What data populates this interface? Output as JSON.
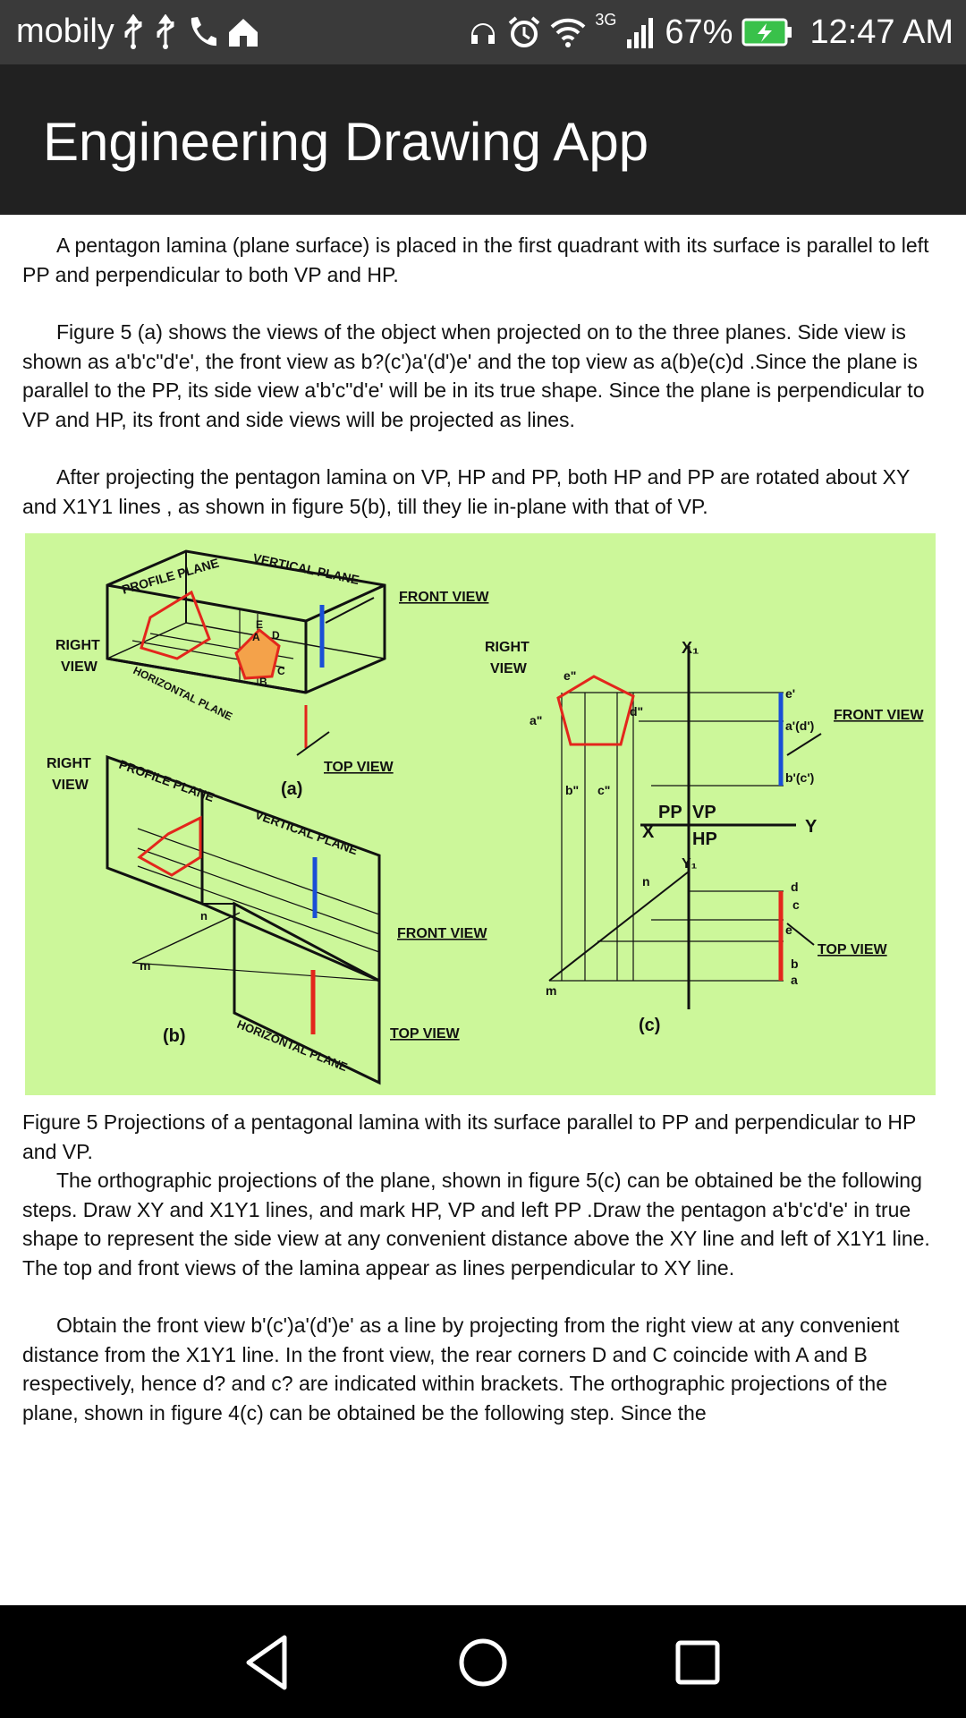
{
  "status_bar": {
    "carrier": "mobily",
    "network": "3G",
    "battery": "67%",
    "time": "12:47 AM",
    "icons": [
      "usb-icon",
      "usb-icon",
      "phone-icon",
      "home-icon",
      "headset-icon",
      "alarm-icon",
      "wifi-icon",
      "signal-icon",
      "battery-charging-icon"
    ]
  },
  "app_bar": {
    "title": "Engineering Drawing App"
  },
  "content": {
    "paragraphs": [
      "A pentagon lamina (plane surface) is placed in the first quadrant with  its surface is parallel to left PP and perpendicular to both VP and HP.",
      "Figure 5 (a) shows the views of the object when projected on to the three planes. Side view is shown as  a'b'c\"d'e', the front view as b?(c')a'(d')e' and the top view as  a(b)e(c)d .Since the plane is parallel to the PP, its side view  a'b'c\"d'e' will be in its true shape. Since the plane is perpendicular to VP and HP, its front and side views will be projected as lines.",
      "After projecting the pentagon lamina on VP, HP and PP, both HP and PP are rotated about XY and X1Y1 lines , as shown in figure 5(b), till they lie in-plane with that of VP.",
      "Figure 5 Projections of a pentagonal lamina  with its surface parallel to PP and perpendicular to HP and VP.",
      "The orthographic projections of the plane, shown in figure 5(c) can be obtained be the following steps.  Draw XY and X1Y1 lines, and mark HP, VP and left PP .Draw the pentagon a'b'c'd'e' in true shape to represent the side view at any convenient distance above the XY line and left of X1Y1 line. The top and front views of the lamina appear as lines perpendicular to XY line.",
      "Obtain the front view b'(c')a'(d')e' as a line by projecting from the right view at any convenient distance from the X1Y1 line. In the front view, the rear corners D and C coincide with A and B respectively, hence d? and c? are indicated within brackets. The orthographic projections of the plane, shown in figure 4(c) can be obtained be the following step. Since the"
    ]
  },
  "figure": {
    "labels": {
      "profile_plane": "PROFILE PLANE",
      "vertical_plane": "VERTICAL PLANE",
      "horizontal_plane": "HORIZONTAL PLANE",
      "front_view": "FRONT VIEW",
      "top_view": "TOP VIEW",
      "right": "RIGHT",
      "view": "VIEW",
      "sub_a": "(a)",
      "sub_b": "(b)",
      "sub_c": "(c)",
      "x": "X",
      "y": "Y",
      "x1": "X₁",
      "y1": "Y₁",
      "pp": "PP",
      "vp": "VP",
      "hp": "HP",
      "m": "m",
      "n": "n",
      "e2": "e\"",
      "d2": "d\"",
      "a2": "a\"",
      "b2": "b\"",
      "c2": "c\"",
      "e1": "e'",
      "ad1": "a'(d')",
      "bc1": "b'(c')",
      "d": "d",
      "c": "c",
      "e": "e",
      "b": "b",
      "a": "a",
      "A": "A",
      "B": "B",
      "C": "C",
      "D": "D",
      "E": "E"
    },
    "colors": {
      "background": "#ccf79a",
      "pentagon_fill": "#f4a24a",
      "pentagon_stroke": "#e3261c",
      "front_view_line": "#1a4fd6",
      "top_view_line": "#e3261c"
    }
  },
  "nav_bar": {
    "icons": [
      "back-icon",
      "home-circle-icon",
      "recents-square-icon"
    ]
  }
}
